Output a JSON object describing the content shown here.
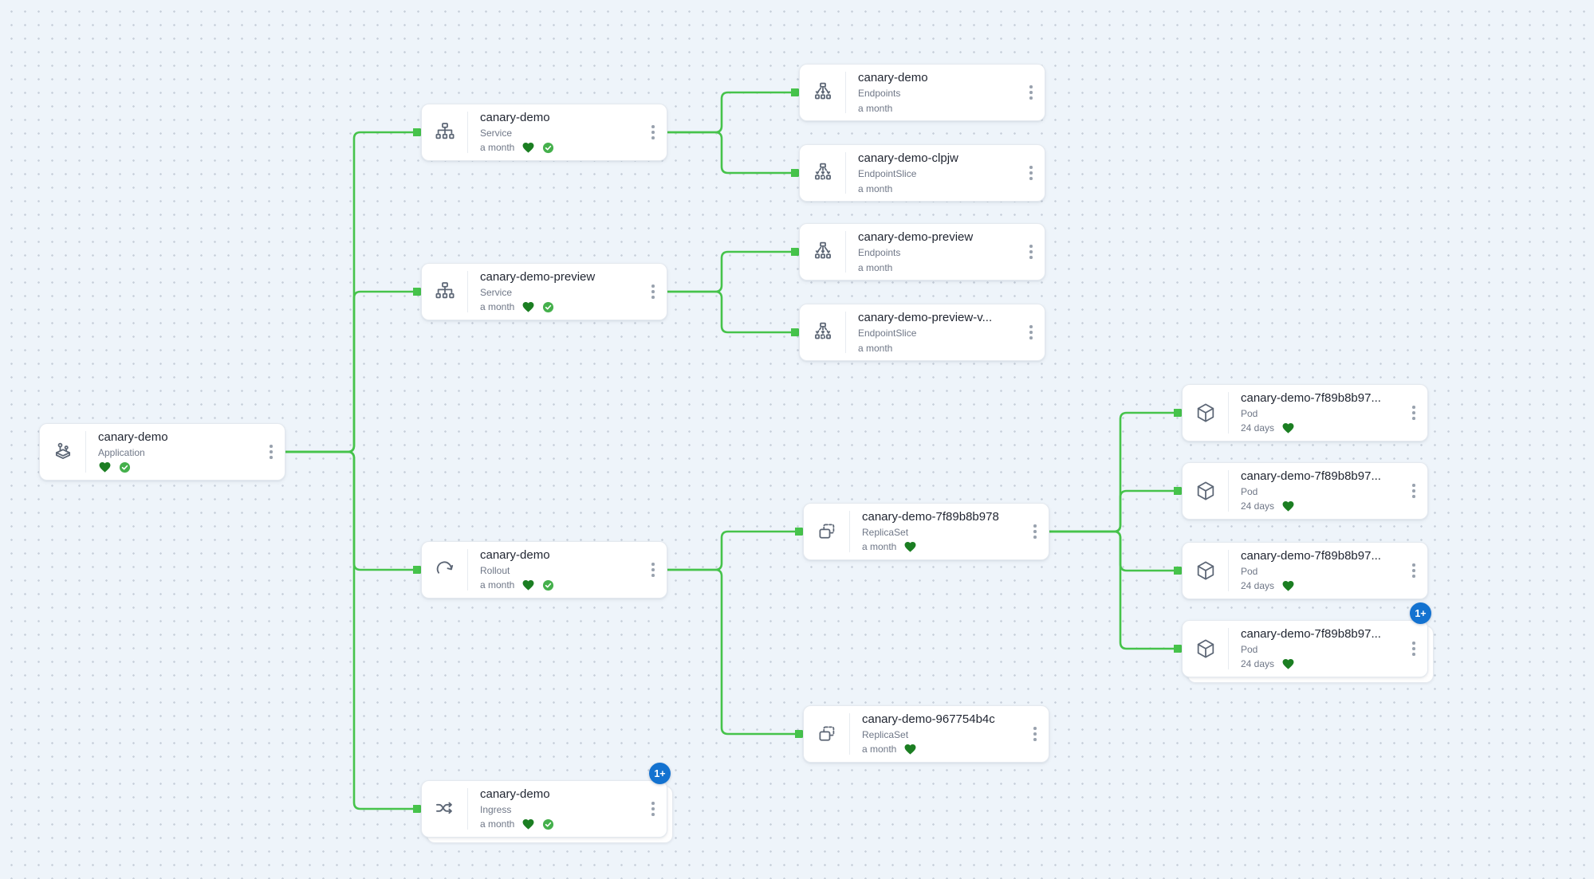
{
  "app_context": "resource-tree-graph",
  "colors": {
    "background": "#eef4fa",
    "edge_green": "#46c34b",
    "badge_blue": "#1372d0",
    "health_heart_green": "#1b7e22",
    "sync_check_green": "#45b04c"
  },
  "nodes": {
    "app": {
      "name": "canary-demo",
      "kind": "Application",
      "health": "Healthy",
      "sync": "Synced"
    },
    "svc1": {
      "name": "canary-demo",
      "kind": "Service",
      "age": "a month",
      "health": "Healthy",
      "sync": "Synced"
    },
    "svc2": {
      "name": "canary-demo-preview",
      "kind": "Service",
      "age": "a month",
      "health": "Healthy",
      "sync": "Synced"
    },
    "rollout": {
      "name": "canary-demo",
      "kind": "Rollout",
      "age": "a month",
      "health": "Healthy",
      "sync": "Synced"
    },
    "ingress": {
      "name": "canary-demo",
      "kind": "Ingress",
      "age": "a month",
      "health": "Healthy",
      "sync": "Synced",
      "badge": "1+"
    },
    "ep1": {
      "name": "canary-demo",
      "kind": "Endpoints",
      "age": "a month"
    },
    "eps1": {
      "name": "canary-demo-clpjw",
      "kind": "EndpointSlice",
      "age": "a month"
    },
    "ep2": {
      "name": "canary-demo-preview",
      "kind": "Endpoints",
      "age": "a month"
    },
    "eps2": {
      "name": "canary-demo-preview-v...",
      "kind": "EndpointSlice",
      "age": "a month"
    },
    "rs1": {
      "name": "canary-demo-7f89b8b978",
      "kind": "ReplicaSet",
      "age": "a month",
      "health": "Healthy"
    },
    "rs2": {
      "name": "canary-demo-967754b4c",
      "kind": "ReplicaSet",
      "age": "a month",
      "health": "Healthy"
    },
    "pod1": {
      "name": "canary-demo-7f89b8b97...",
      "kind": "Pod",
      "age": "24 days",
      "health": "Healthy"
    },
    "pod2": {
      "name": "canary-demo-7f89b8b97...",
      "kind": "Pod",
      "age": "24 days",
      "health": "Healthy"
    },
    "pod3": {
      "name": "canary-demo-7f89b8b97...",
      "kind": "Pod",
      "age": "24 days",
      "health": "Healthy"
    },
    "pod4": {
      "name": "canary-demo-7f89b8b97...",
      "kind": "Pod",
      "age": "24 days",
      "health": "Healthy",
      "badge": "1+"
    }
  },
  "edges": [
    {
      "from": "app",
      "to": "svc1"
    },
    {
      "from": "app",
      "to": "svc2"
    },
    {
      "from": "app",
      "to": "rollout"
    },
    {
      "from": "app",
      "to": "ingress"
    },
    {
      "from": "svc1",
      "to": "ep1"
    },
    {
      "from": "svc1",
      "to": "eps1"
    },
    {
      "from": "svc2",
      "to": "ep2"
    },
    {
      "from": "svc2",
      "to": "eps2"
    },
    {
      "from": "rollout",
      "to": "rs1"
    },
    {
      "from": "rollout",
      "to": "rs2"
    },
    {
      "from": "rs1",
      "to": "pod1"
    },
    {
      "from": "rs1",
      "to": "pod2"
    },
    {
      "from": "rs1",
      "to": "pod3"
    },
    {
      "from": "rs1",
      "to": "pod4"
    }
  ]
}
